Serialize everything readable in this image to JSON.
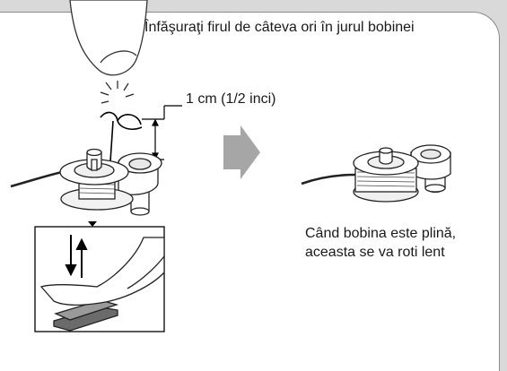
{
  "captions": {
    "wrap_instruction": "Înfăşuraţi firul de câteva ori în jurul bobinei",
    "measurement": "1 cm (1/2 inci)",
    "full_bobbin": "Când bobina este plină, aceasta se va roti lent"
  },
  "colors": {
    "background_band": "#d9d9d9",
    "panel": "#ffffff",
    "arrow": "#a6a6a6",
    "line": "#000000"
  }
}
